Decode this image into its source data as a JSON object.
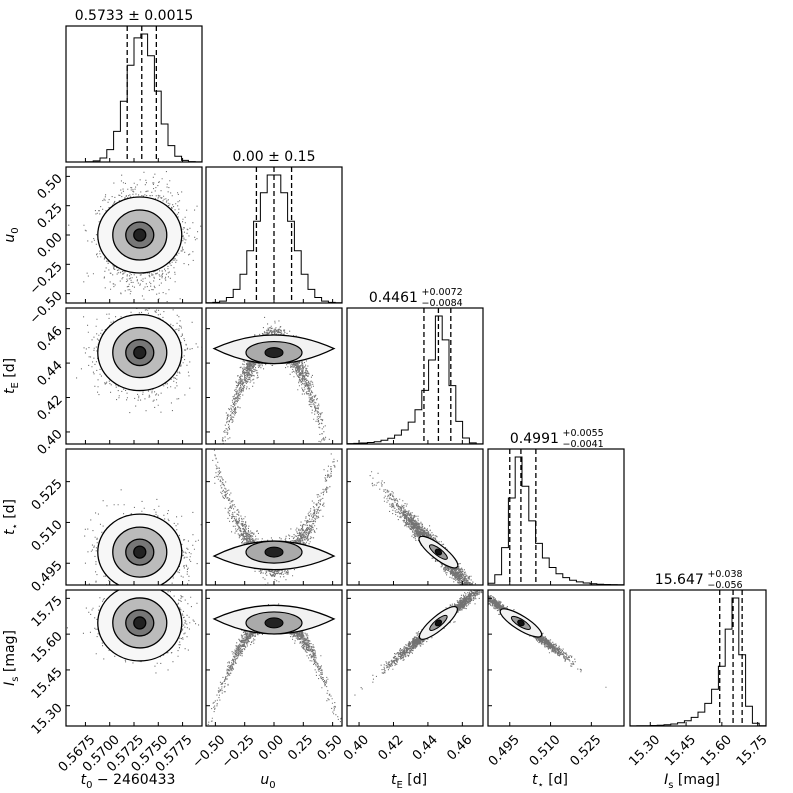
{
  "chart_data": {
    "type": "corner",
    "parameters": [
      {
        "key": "t0",
        "axis_label_base": "t",
        "axis_label_sub": "0",
        "axis_label_suffix": " − 2460433",
        "range": [
          0.5655,
          0.5795
        ],
        "ticks": [
          0.5675,
          0.57,
          0.5725,
          0.575,
          0.5775
        ],
        "tick_labels": [
          "0.5675",
          "0.5700",
          "0.5725",
          "0.5750",
          "0.5775"
        ],
        "median": 0.5733,
        "lower": 0.5718,
        "upper": 0.5748,
        "title_main": "0.5733 ± 0.0015",
        "title_sup": "",
        "title_sub": "",
        "hist_shape": "symmetric"
      },
      {
        "key": "u0",
        "axis_label_base": "u",
        "axis_label_sub": "0",
        "axis_label_suffix": "",
        "range": [
          -0.58,
          0.58
        ],
        "ticks": [
          -0.5,
          -0.25,
          0.0,
          0.25,
          0.5
        ],
        "tick_labels": [
          "−0.50",
          "−0.25",
          "0.00",
          "0.25",
          "0.50"
        ],
        "median": 0.0,
        "lower": -0.15,
        "upper": 0.15,
        "title_main": "0.00 ± 0.15",
        "title_sup": "",
        "title_sub": "",
        "hist_shape": "symmetric"
      },
      {
        "key": "tE",
        "axis_label_base": "t",
        "axis_label_sub": "E",
        "axis_label_suffix": " [d]",
        "range": [
          0.393,
          0.472
        ],
        "ticks": [
          0.4,
          0.42,
          0.44,
          0.46
        ],
        "tick_labels": [
          "0.40",
          "0.42",
          "0.44",
          "0.46"
        ],
        "median": 0.4461,
        "lower": 0.4377,
        "upper": 0.4533,
        "title_main": "0.4461",
        "title_sup": "+0.0072",
        "title_sub": "−0.0084",
        "hist_shape": "left-skew"
      },
      {
        "key": "tstar",
        "axis_label_base": "t",
        "axis_label_sub": "⋆",
        "axis_label_suffix": " [d]",
        "range": [
          0.487,
          0.537
        ],
        "ticks": [
          0.495,
          0.51,
          0.525
        ],
        "tick_labels": [
          "0.495",
          "0.510",
          "0.525"
        ],
        "median": 0.4991,
        "lower": 0.495,
        "upper": 0.5046,
        "title_main": "0.4991",
        "title_sup": "+0.0055",
        "title_sub": "−0.0041",
        "hist_shape": "right-skew"
      },
      {
        "key": "Is",
        "axis_label_base": "I",
        "axis_label_sub": "s",
        "axis_label_suffix": " [mag]",
        "range": [
          15.215,
          15.785
        ],
        "ticks": [
          15.3,
          15.45,
          15.6,
          15.75
        ],
        "tick_labels": [
          "15.30",
          "15.45",
          "15.60",
          "15.75"
        ],
        "median": 15.647,
        "lower": 15.591,
        "upper": 15.685,
        "title_main": "15.647",
        "title_sup": "+0.038",
        "title_sub": "−0.056",
        "hist_shape": "left-skew"
      }
    ],
    "row_ticks": {
      "u0": {
        "ticks": [
          -0.5,
          -0.25,
          0.0,
          0.25,
          0.5
        ],
        "tick_labels": [
          "−0.50",
          "−0.25",
          "0.00",
          "0.25",
          "0.50"
        ]
      },
      "tE": {
        "ticks": [
          0.4,
          0.42,
          0.44,
          0.46
        ],
        "tick_labels": [
          "0.40",
          "0.42",
          "0.44",
          "0.46"
        ]
      },
      "tstar": {
        "ticks": [
          0.495,
          0.51,
          0.525
        ],
        "tick_labels": [
          "0.495",
          "0.510",
          "0.525"
        ]
      },
      "Is": {
        "ticks": [
          15.3,
          15.45,
          15.6,
          15.75
        ],
        "tick_labels": [
          "15.30",
          "15.45",
          "15.60",
          "15.75"
        ]
      }
    },
    "grid": false,
    "legend": "none"
  }
}
